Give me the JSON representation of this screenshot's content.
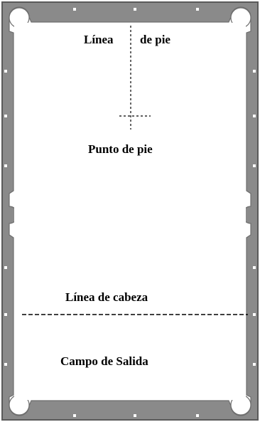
{
  "diagram": {
    "labels": {
      "foot_line_left": "Línea",
      "foot_line_right": "de pie",
      "foot_spot": "Punto de pie",
      "head_line": "Línea de cabeza",
      "kitchen": "Campo de Salida"
    },
    "colors": {
      "rail": "#8a8a8a",
      "rail_dark": "#5a5a5a",
      "cloth": "#ffffff",
      "diamond": "#ffffff",
      "ink": "#000000"
    }
  }
}
